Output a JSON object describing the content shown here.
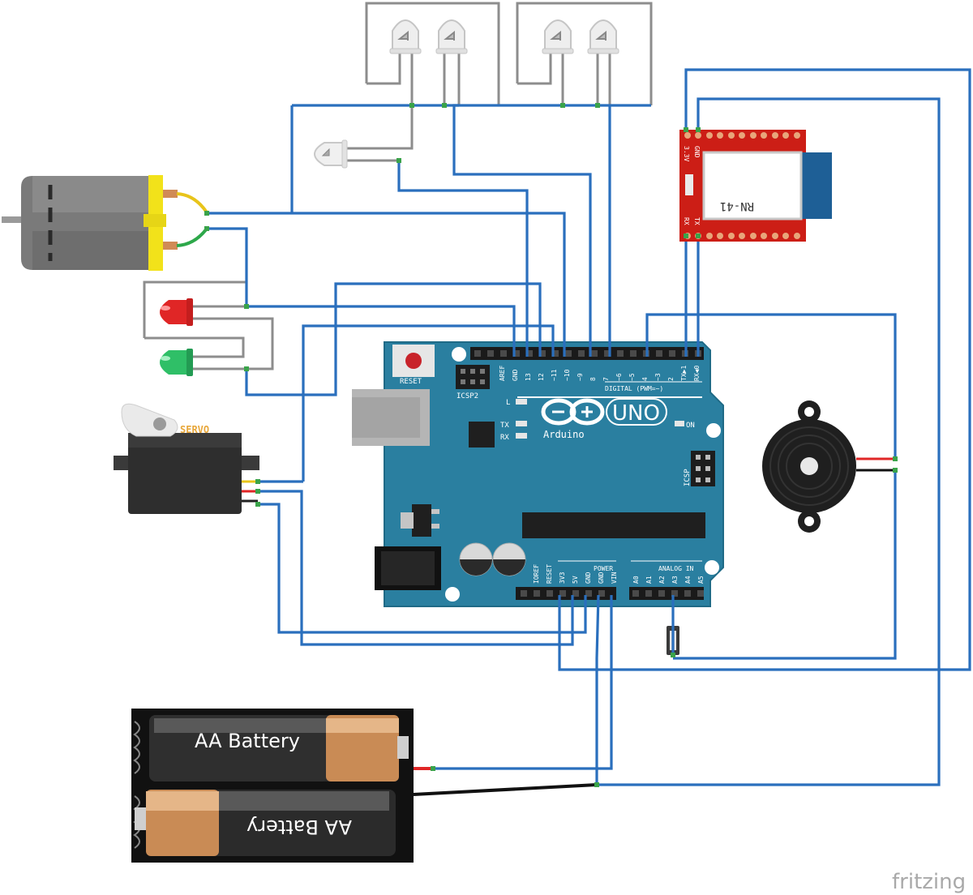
{
  "boards": {
    "arduino": {
      "name": "Arduino Uno",
      "logo_text": "UNO",
      "brand": "Arduino",
      "reset_label": "RESET",
      "icsp2_label": "ICSP2",
      "icsp_label": "ICSP",
      "on_label": "ON",
      "l_label": "L",
      "tx_label": "TX",
      "rx_label": "RX",
      "digital_label": "DIGITAL (PWM=~)",
      "power_label": "POWER",
      "analog_label": "ANALOG IN",
      "digital_pins": [
        "AREF",
        "GND",
        "13",
        "12",
        "~11",
        "~10",
        "~9",
        "8",
        "7",
        "~6",
        "~5",
        "4",
        "~3",
        "2",
        "TX▶1",
        "RX◀0"
      ],
      "power_pins": [
        "IOREF",
        "RESET",
        "3V3",
        "5V",
        "GND",
        "GND",
        "VIN"
      ],
      "analog_pins": [
        "A0",
        "A1",
        "A2",
        "A3",
        "A4",
        "A5"
      ],
      "color": "#2a7fa0"
    },
    "bluetooth": {
      "name": "RN-41",
      "pins_top": [
        "3.3V",
        "GND"
      ],
      "pins_bottom": [
        "RX",
        "TX"
      ],
      "color": "#cc1e16"
    }
  },
  "components": {
    "servo_label": "SERVO",
    "battery_top": "AA Battery",
    "battery_bottom": "AA Battery"
  },
  "watermark": "fritzing",
  "colors": {
    "wire": "#2a6fbd",
    "board": "#2a7fa0",
    "bt_board": "#cc1e16",
    "motor_yellow": "#f2e21a"
  }
}
